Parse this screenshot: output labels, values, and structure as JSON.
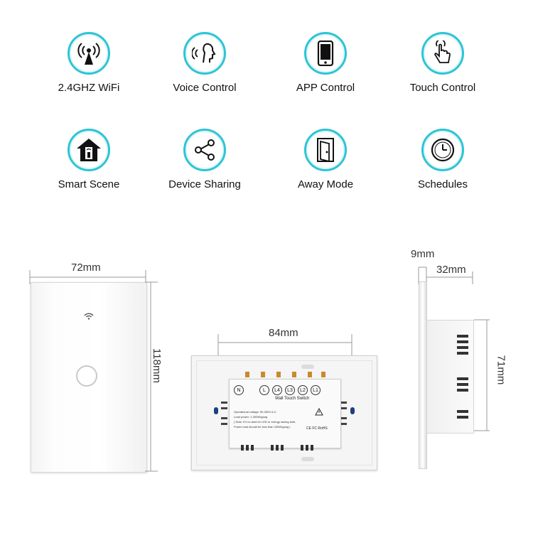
{
  "features": [
    {
      "label": "2.4GHZ WiFi",
      "icon": "wifi-antenna-icon"
    },
    {
      "label": "Voice Control",
      "icon": "voice-icon"
    },
    {
      "label": "APP Control",
      "icon": "phone-icon"
    },
    {
      "label": "Touch Control",
      "icon": "touch-icon"
    },
    {
      "label": "Smart Scene",
      "icon": "home-icon"
    },
    {
      "label": "Device Sharing",
      "icon": "share-icon"
    },
    {
      "label": "Away Mode",
      "icon": "door-icon"
    },
    {
      "label": "Schedules",
      "icon": "clock-icon"
    }
  ],
  "dimensions": {
    "front_width": "72mm",
    "front_height": "118mm",
    "back_width": "84mm",
    "side_thickness": "9mm",
    "side_depth": "32mm",
    "side_height": "71mm"
  },
  "back_label": {
    "terminals": [
      "N",
      "L",
      "L4",
      "L3",
      "L2",
      "L1"
    ],
    "title": "Wall Touch Switch",
    "spec1": "Operational voltage: 90-250V A.C",
    "spec2": "Load power: 1-300W/gang",
    "spec3": "( Note: If it is used for LED or energy saving bulb,",
    "spec4": "Power load should be less than 150W/gang )",
    "certs": "CE FC RoHS"
  },
  "colors": {
    "accent": "#2ec4d6",
    "dimension_line": "#999999",
    "dimension_text": "#333333"
  }
}
